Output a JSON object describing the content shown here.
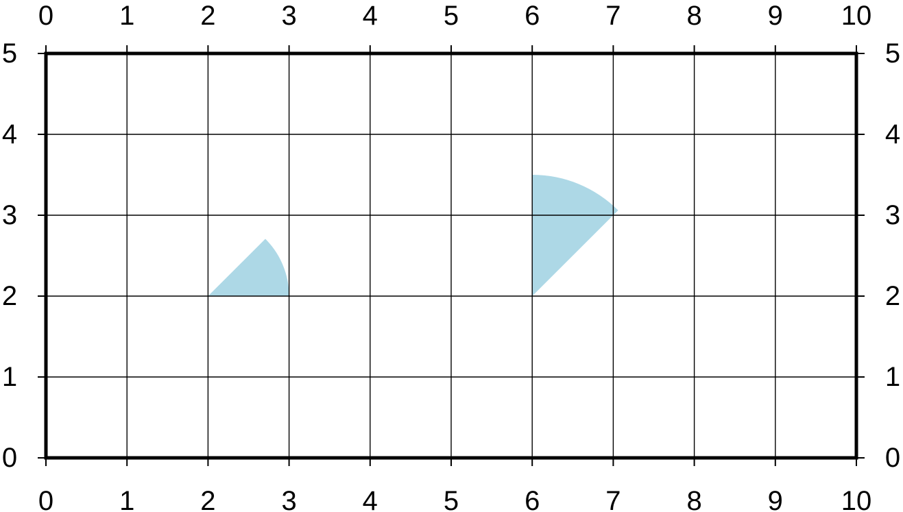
{
  "chart_data": {
    "type": "wedge",
    "xlim": [
      0,
      10
    ],
    "ylim": [
      0,
      5
    ],
    "x_ticks": [
      0,
      1,
      2,
      3,
      4,
      5,
      6,
      7,
      8,
      9,
      10
    ],
    "y_ticks": [
      0,
      1,
      2,
      3,
      4,
      5
    ],
    "x_tick_labels": [
      "0",
      "1",
      "2",
      "3",
      "4",
      "5",
      "6",
      "7",
      "8",
      "9",
      "10"
    ],
    "y_tick_labels": [
      "0",
      "1",
      "2",
      "3",
      "4",
      "5"
    ],
    "grid": true,
    "wedges": [
      {
        "center": [
          2,
          2
        ],
        "radius": 1.0,
        "start_angle_deg": 0,
        "end_angle_deg": 45,
        "color": "#add8e6"
      },
      {
        "center": [
          6,
          2
        ],
        "radius": 1.5,
        "start_angle_deg": 45,
        "end_angle_deg": 90,
        "color": "#add8e6"
      }
    ],
    "title": "",
    "xlabel": "",
    "ylabel": ""
  },
  "colors": {
    "frame": "#000000",
    "grid": "#000000",
    "background": "#ffffff"
  }
}
